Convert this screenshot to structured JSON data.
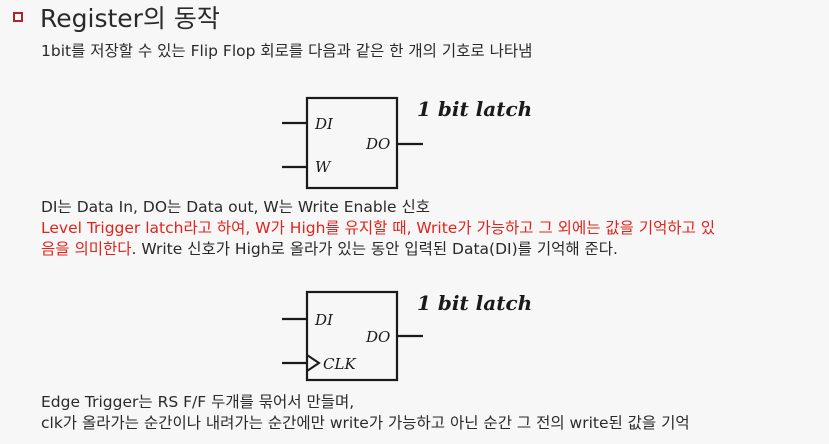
{
  "slide": {
    "title": "Register의 동작",
    "subtitle": "1bit를 저장할 수 있는 Flip Flop 회로를 다음과 같은 한 개의 기호로 나타냄",
    "diagram1": {
      "caption": "1 bit latch",
      "inputs": [
        "DI",
        "W"
      ],
      "output": "DO"
    },
    "para1": {
      "line1": "DI는 Data In, DO는 Data out, W는 Write Enable 신호",
      "line2_red": "Level Trigger latch라고 하여, W가 High를 유지할 때, Write가 가능하고 그 외에는 값을 기억하고 있",
      "line3_red": "음을 의미한다",
      "line3_rest": ". Write 신호가 High로 올라가 있는 동안 입력된 Data(DI)를 기억해 준다."
    },
    "diagram2": {
      "caption": "1 bit latch",
      "inputs": [
        "DI",
        "CLK"
      ],
      "output": "DO"
    },
    "para2": {
      "line1": "Edge Trigger는 RS F/F 두개를 묶어서 만들며,",
      "line2": "clk가 올라가는 순간이나 내려가는 순간에만 write가 가능하고 아닌 순간 그 전의 write된 값을 기억"
    },
    "colors": {
      "accent_red": "#e0241d",
      "bullet": "#b0242a",
      "ink": "#2a2a2a"
    }
  }
}
